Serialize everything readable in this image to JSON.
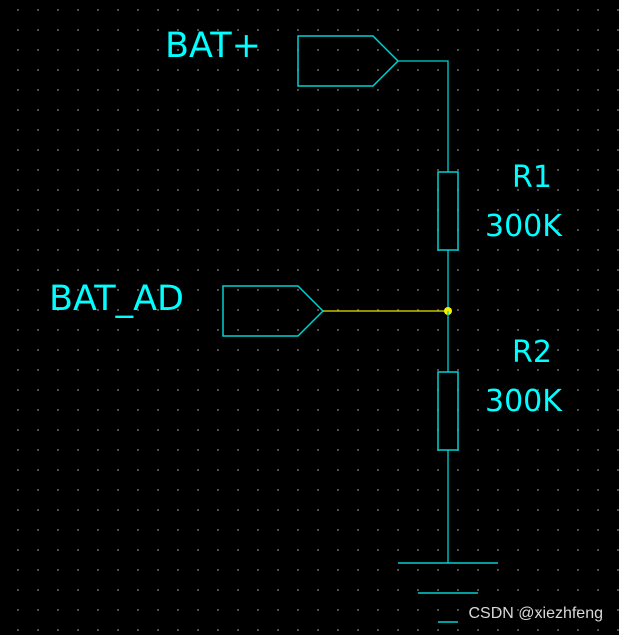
{
  "labels": {
    "bat_plus": "BAT+",
    "bat_ad": "BAT_AD",
    "r1_ref": "R1",
    "r1_value": "300K",
    "r2_ref": "R2",
    "r2_value": "300K"
  },
  "watermark": "CSDN @xiezhfeng",
  "colors": {
    "background": "#000000",
    "component": "#00d2d2",
    "wire": "#e6e600",
    "label": "#00ffff",
    "grid_dot": "#5a5a5a"
  },
  "components": {
    "R1": {
      "type": "resistor",
      "ref_key": "r1_ref",
      "value_key": "r1_value"
    },
    "R2": {
      "type": "resistor",
      "ref_key": "r2_ref",
      "value_key": "r2_value"
    },
    "GND": {
      "type": "ground"
    },
    "BAT_PLUS_PORT": {
      "type": "net-port",
      "label_key": "bat_plus"
    },
    "BAT_AD_PORT": {
      "type": "net-port",
      "label_key": "bat_ad"
    }
  }
}
